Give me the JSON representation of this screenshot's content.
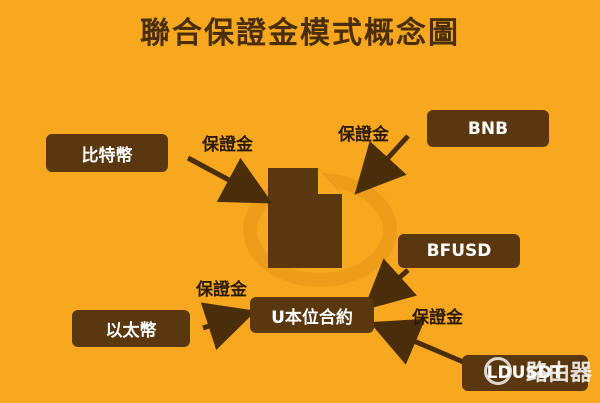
{
  "title": "聯合保證金模式概念圖",
  "nodes": {
    "btc": "比特幣",
    "bnb": "BNB",
    "bfusd": "BFUSD",
    "eth": "以太幣",
    "ldusdt": "LDUSDT",
    "contract": "U本位合約"
  },
  "edge_labels": {
    "btc": "保證金",
    "bnb": "保證金",
    "eth": "保證金",
    "ldusdt": "保證金"
  },
  "watermark": "路由器",
  "colors": {
    "background": "#F7A81E",
    "box": "#5A370E",
    "arrow": "#4A2E0A"
  },
  "icons": [
    "document-icon",
    "router-icon"
  ]
}
